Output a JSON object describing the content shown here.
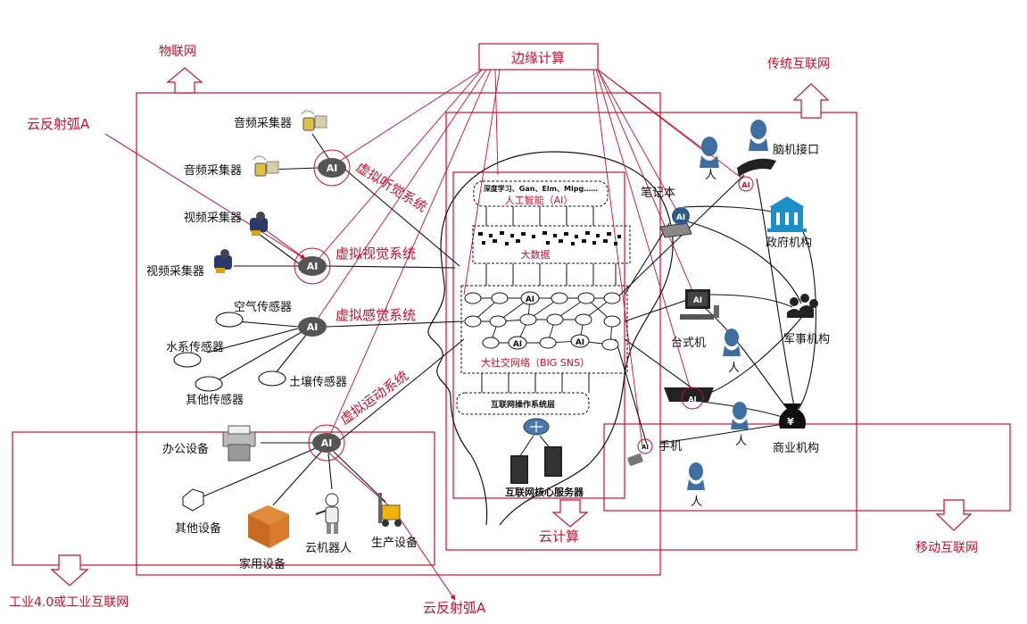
{
  "colors": {
    "accent": "#c8102e",
    "line": "#111111",
    "node": "#555555"
  },
  "regions": {
    "iot": "物联网",
    "edge": "边缘计算",
    "internet": "传统互联网",
    "cloud": "云计算",
    "mobile": "移动互联网",
    "industry": "工业4.0或工业互联网"
  },
  "arcs": {
    "top": "云反射弧A",
    "bottom": "云反射弧A"
  },
  "systems": {
    "auditory": "虚拟听觉系统",
    "visual": "虚拟视觉系统",
    "sensory": "虚拟感觉系统",
    "motor": "虚拟运动系统"
  },
  "ai_label": "AI",
  "iot_devices": {
    "audio1": "音频采集器",
    "audio2": "音频采集器",
    "video1": "视频采集器",
    "video2": "视频采集器",
    "air": "空气传感器",
    "water": "水系传感器",
    "other_sensor": "其他传感器",
    "soil": "土壤传感器"
  },
  "industry_devices": {
    "office": "办公设备",
    "other": "其他设备",
    "home": "家用设备",
    "robot": "云机器人",
    "production": "生产设备"
  },
  "brain": {
    "algorithms": "深度学习、Gan、Elm、Mlpg……",
    "ai": "人工智能（AI）",
    "bigdata": "大数据",
    "sns": "大社交网络（BIG SNS）",
    "os": "互联网操作系统层",
    "servers": "互联网核心服务器"
  },
  "internet_nodes": {
    "bci": "脑机接口",
    "person": "人",
    "laptop": "笔记本",
    "gov": "政府机构",
    "desktop": "台式机",
    "military": "军事机构",
    "phone": "手机",
    "business": "商业机构"
  }
}
